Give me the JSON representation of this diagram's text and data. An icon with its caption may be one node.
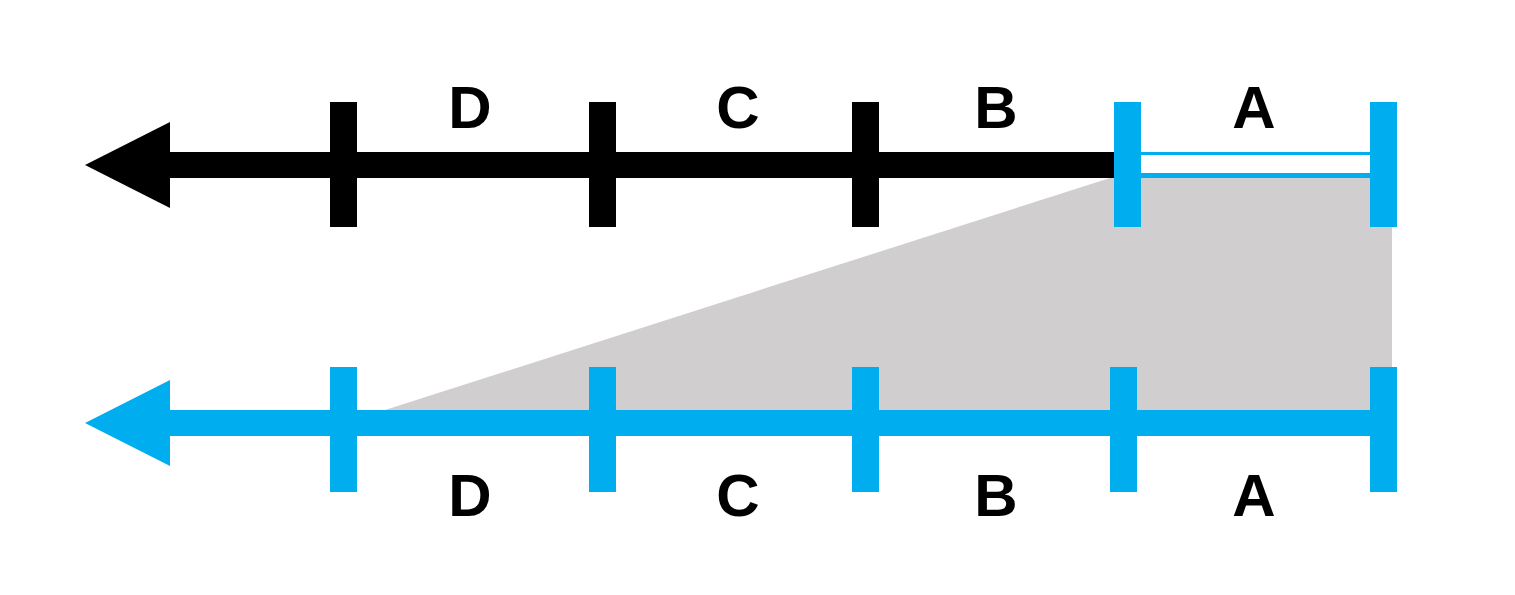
{
  "diagram": {
    "labels": [
      "D",
      "C",
      "B",
      "A",
      "D",
      "C",
      "B",
      "A"
    ]
  }
}
